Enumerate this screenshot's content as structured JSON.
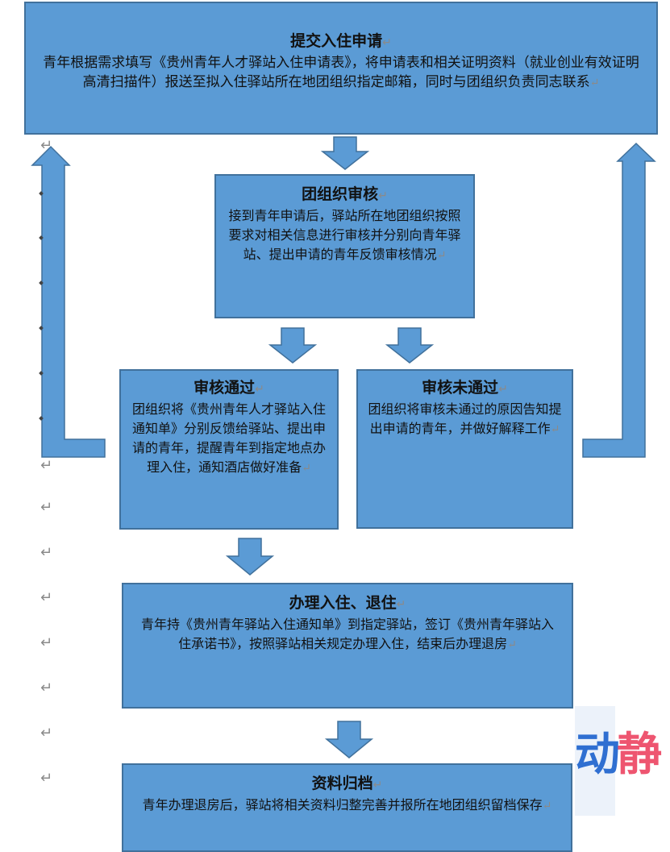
{
  "steps": [
    {
      "title": "提交入住申请",
      "body": "青年根据需求填写《贵州青年人才驿站入住申请表》，将申请表和相关证明资料（就业创业有效证明高清扫描件）报送至拟入住驿站所在地团组织指定邮箱，同时与团组织负责同志联系"
    },
    {
      "title": "团组织审核",
      "body": "接到青年申请后，驿站所在地团组织按照要求对相关信息进行审核并分别向青年驿站、提出申请的青年反馈审核情况"
    },
    {
      "title": "审核通过",
      "body": "团组织将《贵州青年人才驿站入住通知单》分别反馈给驿站、提出申请的青年，提醒青年到指定地点办理入住，通知酒店做好准备"
    },
    {
      "title": "审核未通过",
      "body": "团组织将审核未通过的原因告知提出申请的青年，并做好解释工作"
    },
    {
      "title": "办理入住、退住",
      "body": "青年持《贵州青年驿站入住通知单》到指定驿站，签订《贵州青年驿站入住承诺书》，按照驿站相关规定办理入住，结束后办理退房"
    },
    {
      "title": "资料归档",
      "body": "青年办理退房后，驿站将相关资料归整完善并报所在地团组织留档保存"
    }
  ],
  "return_mark": "↵",
  "watermark": {
    "char1": "动",
    "char2": "静"
  },
  "colors": {
    "box_fill": "#5b9bd5",
    "box_border": "#41719c"
  }
}
